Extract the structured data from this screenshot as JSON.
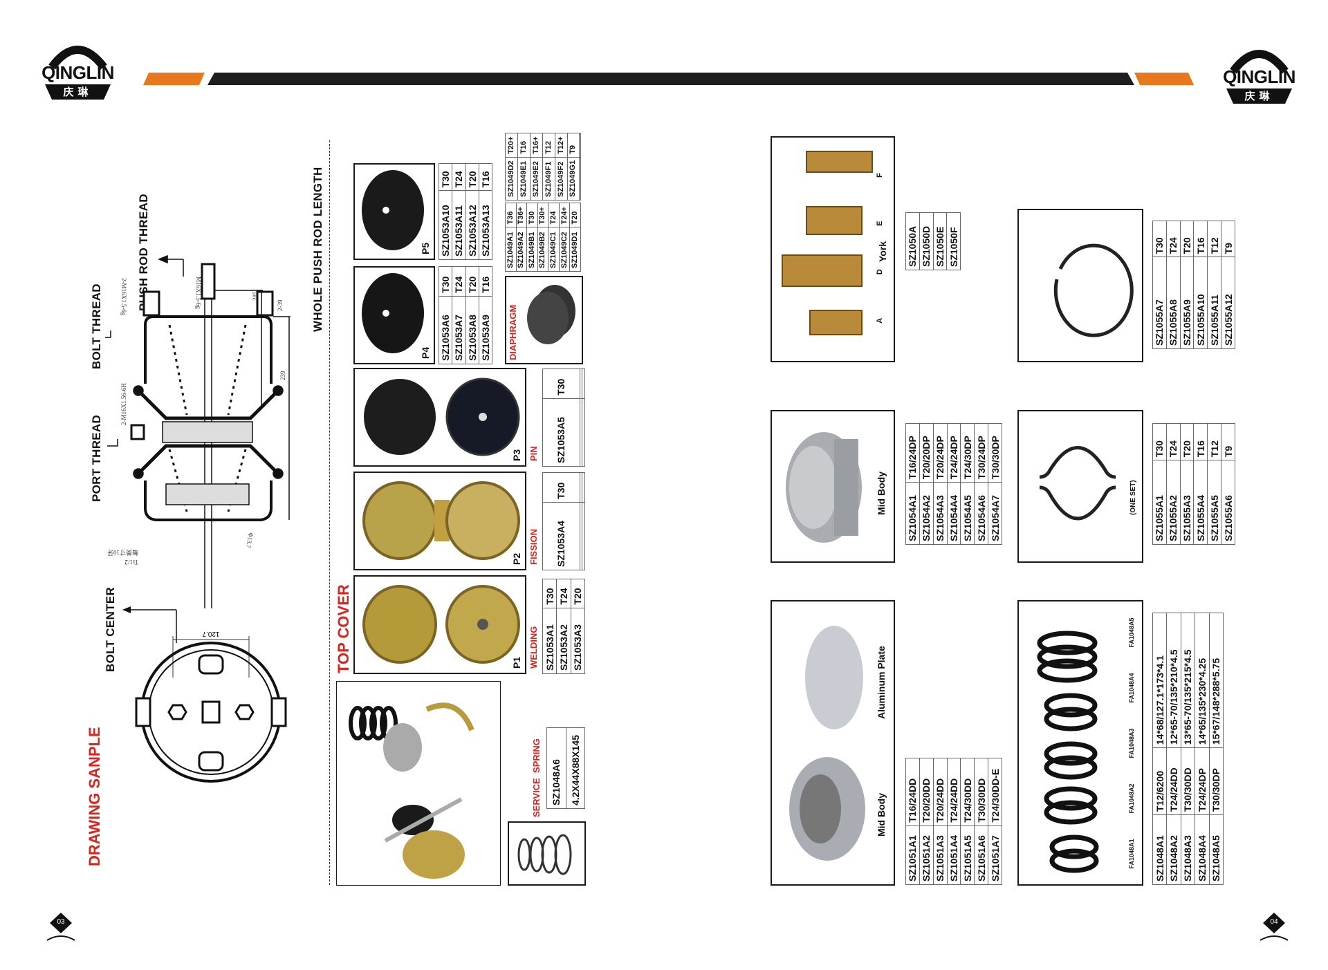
{
  "brand": {
    "name": "QINGLIN",
    "chinese": "庆琳"
  },
  "colors": {
    "accent_orange": "#e8781e",
    "bar_black": "#1e1e1e",
    "title_red": "#e0201b"
  },
  "left_page": {
    "page_number": "03",
    "drawing_title": "DRAWING SANPLE",
    "labels": {
      "bolt_center": "BOLT CENTER",
      "port_thread": "PORT THREAD",
      "bolt_thread": "BOLT THREAD",
      "push_rod_thread": "PUSH ROD THREAD",
      "whole_push_rod_length": "WHOLE PUSH ROD LENGTH"
    },
    "dims": {
      "bolt_center": "120.7",
      "port": "2-M16X1.56-6H",
      "bolt": "2-M16X1.5-6g",
      "push_rod": "M16X1.5-6g",
      "bolt_len": "2-39",
      "rod_len": "285",
      "body_len": "239",
      "dia": "Φ13.7",
      "rod_end": "Tr1/2",
      "rod_note": "每英寸10牙"
    },
    "top_cover_title": "TOP COVER",
    "p1": {
      "label": "P1",
      "type": "WELDING",
      "rows": [
        [
          "SZ1053A1",
          "T30"
        ],
        [
          "SZ1053A2",
          "T24"
        ],
        [
          "SZ1053A3",
          "T20"
        ]
      ]
    },
    "p2": {
      "label": "P2",
      "type": "FISSION",
      "rows": [
        [
          "SZ1053A4",
          "T30"
        ],
        [
          "",
          ""
        ],
        [
          "",
          ""
        ]
      ]
    },
    "p3": {
      "label": "P3",
      "type": "PIN",
      "rows": [
        [
          "SZ1053A5",
          "T30"
        ],
        [
          "",
          ""
        ],
        [
          "",
          ""
        ]
      ]
    },
    "p4": {
      "label": "P4",
      "rows": [
        [
          "SZ1053A6",
          "T30"
        ],
        [
          "SZ1053A7",
          "T24"
        ],
        [
          "SZ1053A8",
          "T20"
        ],
        [
          "SZ1053A9",
          "T16"
        ]
      ]
    },
    "p5": {
      "label": "P5",
      "rows": [
        [
          "SZ1053A10",
          "T30"
        ],
        [
          "SZ1053A11",
          "T24"
        ],
        [
          "SZ1053A12",
          "T20"
        ],
        [
          "SZ1053A13",
          "T16"
        ]
      ]
    },
    "diaphragm": {
      "title": "DIAPHRAGM",
      "table_a": [
        [
          "SZ1049A1",
          "T36"
        ],
        [
          "SZ1049A2",
          "T36+"
        ],
        [
          "SZ1049B1",
          "T30"
        ],
        [
          "SZ1049B2",
          "T30+"
        ],
        [
          "SZ1049C1",
          "T24"
        ],
        [
          "SZ1049C2",
          "T24+"
        ],
        [
          "SZ1049D1",
          "T20"
        ]
      ],
      "table_b": [
        [
          "SZ1049D2",
          "T20+"
        ],
        [
          "SZ1049E1",
          "T16"
        ],
        [
          "SZ1049E2",
          "T16+"
        ],
        [
          "SZ1049F1",
          "T12"
        ],
        [
          "SZ1049F2",
          "T12+"
        ],
        [
          "SZ1049G1",
          "T9"
        ],
        [
          "",
          ""
        ]
      ]
    },
    "service_spring": {
      "title": "SERVICE  SPRING",
      "rows": [
        [
          "SZ1048A6"
        ],
        [
          "4.2X44X88X145"
        ]
      ]
    }
  },
  "right_page": {
    "page_number": "04",
    "york": {
      "title": "York",
      "letters": [
        "A",
        "D",
        "E",
        "F"
      ],
      "rows": [
        [
          "SZ1050A"
        ],
        [
          "SZ1050D"
        ],
        [
          "SZ1050E"
        ],
        [
          "SZ1050F"
        ]
      ]
    },
    "mid_body_dp": {
      "title": "Mid Body",
      "rows": [
        [
          "SZ1054A1",
          "T16/24DP"
        ],
        [
          "SZ1054A2",
          "T20/20DP"
        ],
        [
          "SZ1054A3",
          "T20/24DP"
        ],
        [
          "SZ1054A4",
          "T24/24DP"
        ],
        [
          "SZ1054A5",
          "T24/30DP"
        ],
        [
          "SZ1054A6",
          "T30/24DP"
        ],
        [
          "SZ1054A7",
          "T30/30DP"
        ]
      ]
    },
    "mid_body_dd": {
      "title": "Mid Body",
      "plate_title": "Aluminum Plate",
      "rows": [
        [
          "SZ1051A1",
          "T16/24DD"
        ],
        [
          "SZ1051A2",
          "T20/20DD"
        ],
        [
          "SZ1051A3",
          "T20/24DD"
        ],
        [
          "SZ1051A4",
          "T24/24DD"
        ],
        [
          "SZ1051A5",
          "T24/30DD"
        ],
        [
          "SZ1051A6",
          "T30/30DD"
        ],
        [
          "SZ1051A7",
          "T24/30DD-E"
        ]
      ]
    },
    "ring_single": {
      "rows": [
        [
          "SZ1055A7",
          "T30"
        ],
        [
          "SZ1055A8",
          "T24"
        ],
        [
          "SZ1055A9",
          "T20"
        ],
        [
          "SZ1055A10",
          "T16"
        ],
        [
          "SZ1055A11",
          "T12"
        ],
        [
          "SZ1055A12",
          "T9"
        ]
      ]
    },
    "ring_set": {
      "note": "(ONE SET)",
      "rows": [
        [
          "SZ1055A1",
          "T30"
        ],
        [
          "SZ1055A2",
          "T24"
        ],
        [
          "SZ1055A3",
          "T20"
        ],
        [
          "SZ1055A4",
          "T16"
        ],
        [
          "SZ1055A5",
          "T12"
        ],
        [
          "SZ1055A6",
          "T9"
        ]
      ]
    },
    "springs": {
      "labels": [
        "FA1048A1",
        "FA1048A2",
        "FA1048A3",
        "FA1048A4",
        "FA1048A5"
      ],
      "rows": [
        [
          "SZ1048A1",
          "T12/6200",
          "14*68/127.1*173*4.1"
        ],
        [
          "SZ1048A2",
          "T24/24DD",
          "12*65-70/135*210*4.5"
        ],
        [
          "SZ1048A3",
          "T30/30DD",
          "13*65-70/135*215*4.5"
        ],
        [
          "SZ1048A4",
          "T24/24DP",
          "14*65/135*230*4.25"
        ],
        [
          "SZ1048A5",
          "T30/30DP",
          "15*67/148*288*5.75"
        ]
      ]
    }
  }
}
